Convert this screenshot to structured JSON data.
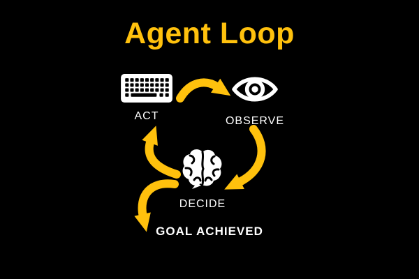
{
  "title": "Agent Loop",
  "colors": {
    "background": "#000000",
    "accent": "#FFC10D",
    "icon": "#FFFFFF",
    "text": "#FFFFFF"
  },
  "nodes": {
    "act": {
      "label": "ACT",
      "icon": "keyboard-icon"
    },
    "observe": {
      "label": "OBSERVE",
      "icon": "eye-icon"
    },
    "decide": {
      "label": "DECIDE",
      "icon": "brain-icon"
    }
  },
  "outcome": {
    "label": "GOAL ACHIEVED"
  },
  "arrows": [
    {
      "name": "act-to-observe-arrow"
    },
    {
      "name": "observe-to-decide-arrow"
    },
    {
      "name": "decide-to-act-arrow"
    },
    {
      "name": "decide-to-goal-arrow"
    }
  ]
}
